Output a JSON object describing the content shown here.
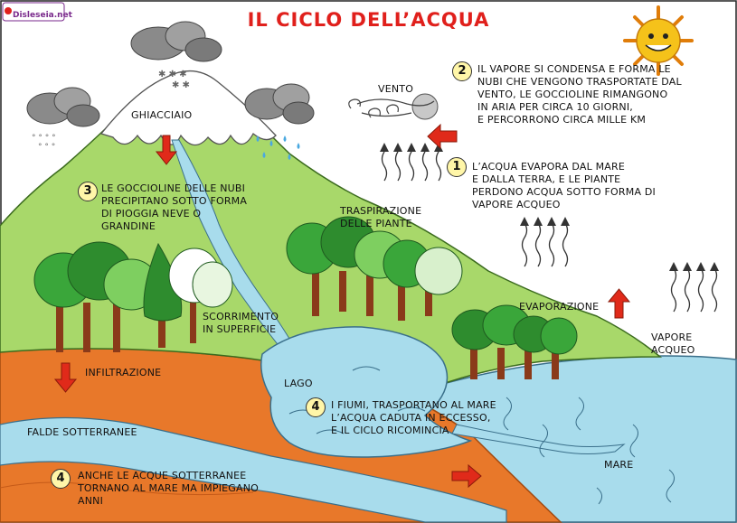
{
  "title": "IL CICLO DELL’ACQUA",
  "logo": "Disleseia.net",
  "badges": [
    "1",
    "2",
    "3",
    "4",
    "4"
  ],
  "labels": {
    "ghiacciaio": "GHIACCIAIO",
    "vento": "VENTO",
    "traspirazione": "TRASPIRAZIONE\nDELLE PIANTE",
    "scorrimento": "SCORRIMENTO\nIN SUPERFICIE",
    "evaporazione": "EVAPORAZIONE",
    "vapore_acqueo": "VAPORE\nACQUEO",
    "infiltrazione": "INFILTRAZIONE",
    "lago": "LAGO",
    "falde": "FALDE SOTTERRANEE",
    "mare": "MARE"
  },
  "steps": {
    "step1": "L’ACQUA EVAPORA DAL MARE\nE DALLA TERRA, E LE PIANTE\nPERDONO ACQUA SOTTO FORMA DI\nVAPORE ACQUEO",
    "step2": "IL VAPORE SI CONDENSA E FORMA LE\nNUBI CHE VENGONO TRASPORTATE DAL\nVENTO, LE GOCCIOLINE RIMANGONO\nIN ARIA PER CIRCA 10 GIORNI,\nE  PERCORRONO CIRCA MILLE KM",
    "step3": "LE GOCCIOLINE DELLE NUBI\nPRECIPITANO SOTTO FORMA\nDI PIOGGIA NEVE O\nGRANDINE",
    "step4a": "I FIUMI, TRASPORTANO AL MARE\nL’ACQUA CADUTA IN ECCESSO,\nE IL CICLO RICOMINCIA",
    "step4b": "ANCHE LE ACQUE SOTTERRANEE\nTORNANO AL MARE MA IMPIEGANO\nANNI"
  },
  "colors": {
    "title": "#e0201c",
    "hill": "#a8d86a",
    "soil": "#e8782a",
    "water": "#a8dcec",
    "arrow": "#e02a1a",
    "badge": "#fff6a8",
    "sun": "#f5c21a"
  }
}
